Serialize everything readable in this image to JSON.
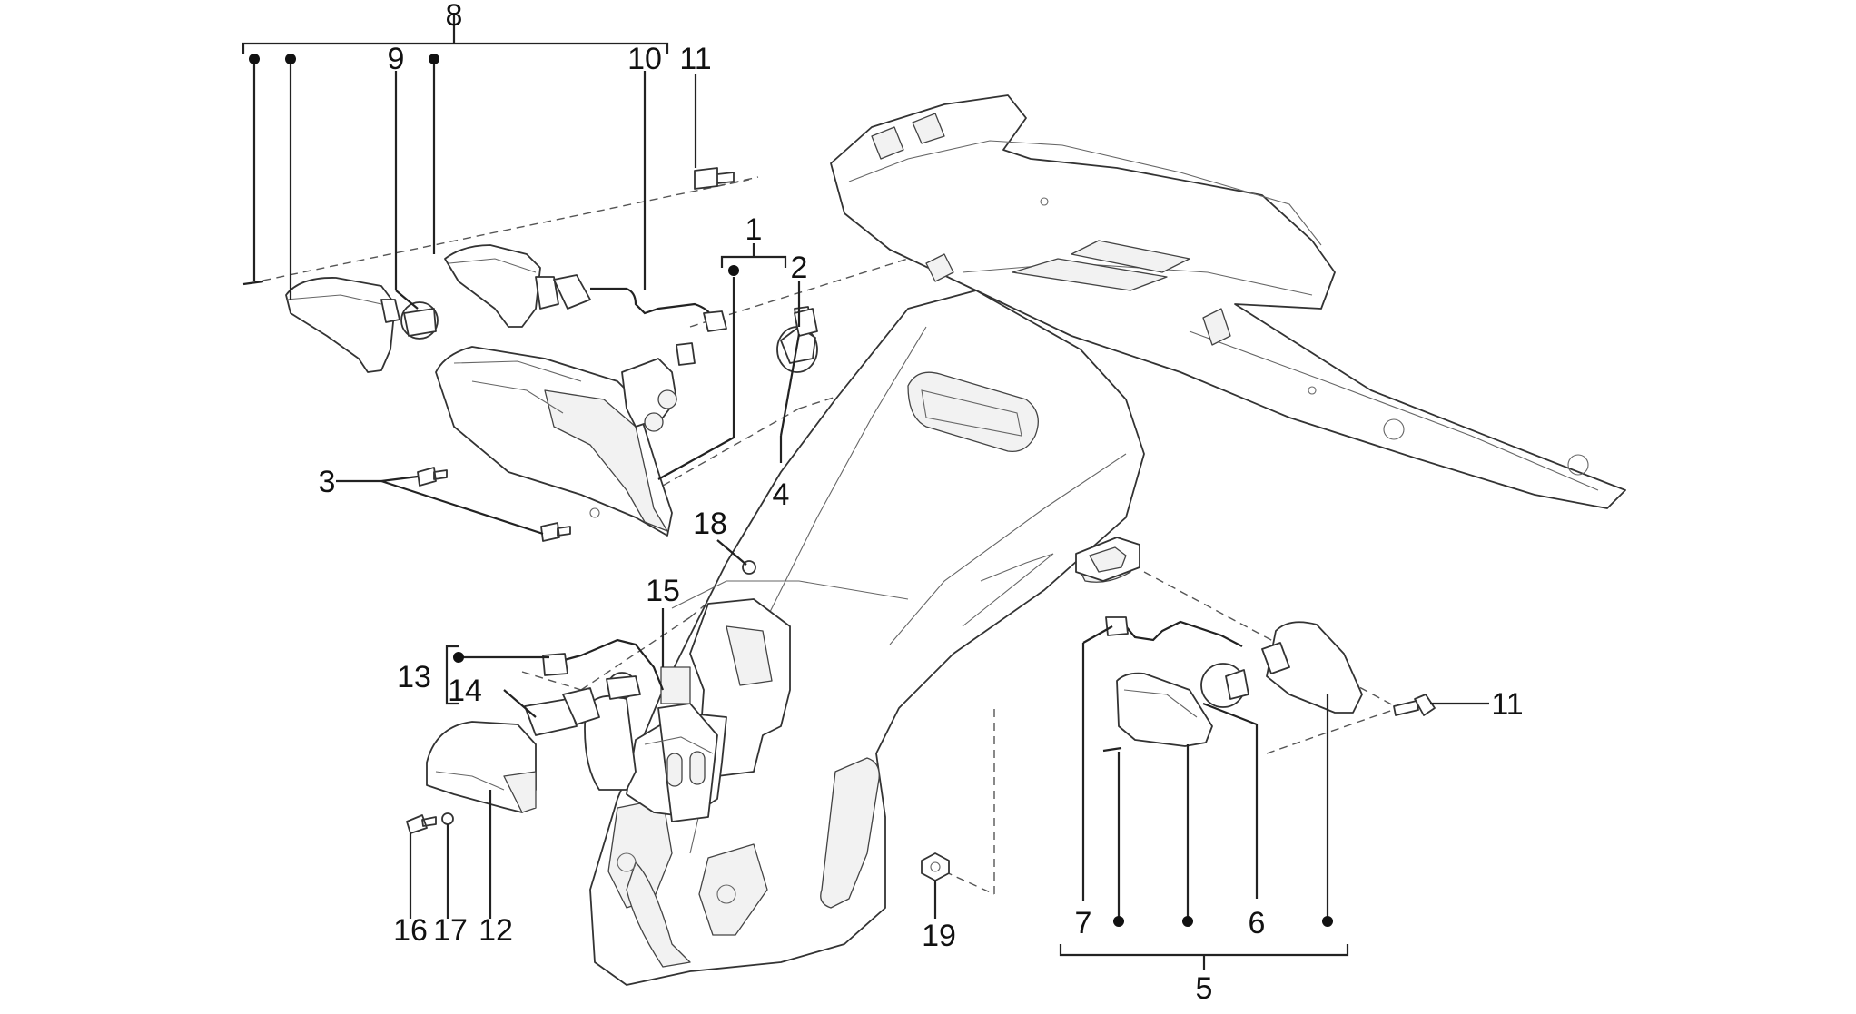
{
  "labels": {
    "l1": "1",
    "l2": "2",
    "l3": "3",
    "l4": "4",
    "l5": "5",
    "l6": "6",
    "l7": "7",
    "l8": "8",
    "l9": "9",
    "l10": "10",
    "l11a": "11",
    "l11b": "11",
    "l12": "12",
    "l13": "13",
    "l14": "14",
    "l15": "15",
    "l16": "16",
    "l17": "17",
    "l18": "18",
    "l19": "19"
  },
  "colors": {
    "line": "#222222",
    "part_fill": "#ffffff",
    "part_shade": "#f2f2f2"
  }
}
